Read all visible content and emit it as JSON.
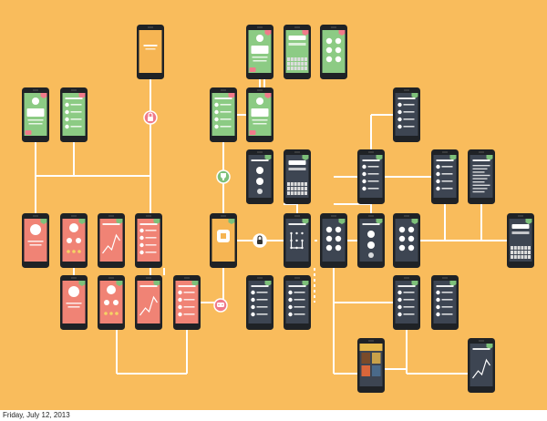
{
  "colors": {
    "background": "#f9bc5c",
    "connector": "#ffffff",
    "phone_body": "#1f2226",
    "screen_green": "#8ccb84",
    "screen_salmon": "#f08375",
    "screen_dark": "#3d4552",
    "screen_orange": "#f6b553",
    "badge_pink": "#f07a8a",
    "badge_green": "#7dc07a",
    "icon_bubble": "#ffffff"
  },
  "footer": {
    "date": "Friday, July 12, 2013"
  },
  "phones": [
    {
      "id": "top-center",
      "theme": "orange",
      "variant": "title"
    },
    {
      "id": "green-top-1",
      "theme": "green",
      "variant": "form"
    },
    {
      "id": "green-top-2",
      "theme": "green",
      "variant": "keyboard"
    },
    {
      "id": "green-top-3",
      "theme": "green",
      "variant": "grid"
    },
    {
      "id": "green-left-1",
      "theme": "green",
      "variant": "form"
    },
    {
      "id": "green-left-2",
      "theme": "green",
      "variant": "list"
    },
    {
      "id": "green-mid-1",
      "theme": "green",
      "variant": "list"
    },
    {
      "id": "green-mid-2",
      "theme": "green",
      "variant": "form"
    },
    {
      "id": "dark-top-right",
      "theme": "dark",
      "variant": "list"
    },
    {
      "id": "dark-social-1",
      "theme": "dark",
      "variant": "social"
    },
    {
      "id": "dark-social-2",
      "theme": "dark",
      "variant": "keyboard"
    },
    {
      "id": "dark-right-1",
      "theme": "dark",
      "variant": "list"
    },
    {
      "id": "dark-right-2",
      "theme": "dark",
      "variant": "list"
    },
    {
      "id": "dark-right-3",
      "theme": "dark",
      "variant": "text"
    },
    {
      "id": "salmon-row1-1",
      "theme": "salmon",
      "variant": "big-icon"
    },
    {
      "id": "salmon-row1-2",
      "theme": "salmon",
      "variant": "stars"
    },
    {
      "id": "salmon-row1-3",
      "theme": "salmon",
      "variant": "chart"
    },
    {
      "id": "salmon-row1-4",
      "theme": "salmon",
      "variant": "list"
    },
    {
      "id": "orange-center",
      "theme": "orange",
      "variant": "app-icon"
    },
    {
      "id": "dark-center-1",
      "theme": "dark",
      "variant": "pattern"
    },
    {
      "id": "dark-center-2",
      "theme": "dark",
      "variant": "grid"
    },
    {
      "id": "dark-center-3",
      "theme": "dark",
      "variant": "social"
    },
    {
      "id": "dark-center-4",
      "theme": "dark",
      "variant": "grid"
    },
    {
      "id": "dark-far-right",
      "theme": "dark",
      "variant": "keyboard"
    },
    {
      "id": "salmon-row2-1",
      "theme": "salmon",
      "variant": "big-icon"
    },
    {
      "id": "salmon-row2-2",
      "theme": "salmon",
      "variant": "stars"
    },
    {
      "id": "salmon-row2-3",
      "theme": "salmon",
      "variant": "chart"
    },
    {
      "id": "salmon-row2-4",
      "theme": "salmon",
      "variant": "list"
    },
    {
      "id": "dark-low-1",
      "theme": "dark",
      "variant": "list"
    },
    {
      "id": "dark-low-2",
      "theme": "dark",
      "variant": "list"
    },
    {
      "id": "dark-low-3",
      "theme": "dark",
      "variant": "list"
    },
    {
      "id": "dark-low-4",
      "theme": "dark",
      "variant": "list"
    },
    {
      "id": "photo-bottom",
      "theme": "dark",
      "variant": "photo"
    },
    {
      "id": "dark-bottom-right",
      "theme": "dark",
      "variant": "chart"
    }
  ],
  "link_nodes": [
    {
      "id": "lock-node-left",
      "icon": "lock-icon"
    },
    {
      "id": "trophy-node",
      "icon": "trophy-icon"
    },
    {
      "id": "lock-node-center",
      "icon": "lock-icon"
    },
    {
      "id": "chat-node",
      "icon": "chat-icon"
    }
  ]
}
